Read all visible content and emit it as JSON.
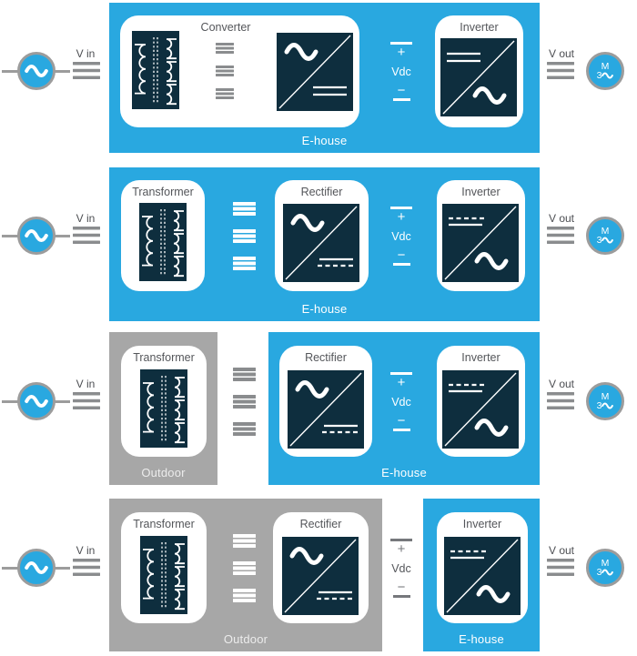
{
  "colors": {
    "accent_blue": "#29a8e0",
    "block_navy": "#0e2e3e",
    "enclosure_gray": "#a7a7a7",
    "bar_gray": "#8a8c8e",
    "ring_gray": "#9c9c9c",
    "label_text": "#54565a"
  },
  "icons": {
    "source": "ac-sine-wave-source",
    "motor": "three-phase-motor",
    "transformer": "three-winding-transformer",
    "rectifier": "ac-to-dc-block",
    "inverter": "dc-to-ac-block",
    "phase_bars": "three-phase-line-bars"
  },
  "shared": {
    "vin": "V in",
    "vout": "V out",
    "vdc": "Vdc",
    "plus": "+",
    "minus": "−",
    "motor_letter": "M",
    "motor_phase": "3"
  },
  "rows": [
    {
      "panels": [
        {
          "label": "Converter"
        },
        {
          "label": "Inverter"
        }
      ],
      "enclosures": [
        {
          "type": "e-house",
          "label": "E-house"
        }
      ]
    },
    {
      "panels": [
        {
          "label": "Transformer"
        },
        {
          "label": "Rectifier"
        },
        {
          "label": "Inverter"
        }
      ],
      "enclosures": [
        {
          "type": "e-house",
          "label": "E-house"
        }
      ]
    },
    {
      "panels": [
        {
          "label": "Transformer"
        },
        {
          "label": "Rectifier"
        },
        {
          "label": "Inverter"
        }
      ],
      "enclosures": [
        {
          "type": "outdoor",
          "label": "Outdoor"
        },
        {
          "type": "e-house",
          "label": "E-house"
        }
      ]
    },
    {
      "panels": [
        {
          "label": "Transformer"
        },
        {
          "label": "Rectifier"
        },
        {
          "label": "Inverter"
        }
      ],
      "enclosures": [
        {
          "type": "outdoor",
          "label": "Outdoor"
        },
        {
          "type": "e-house",
          "label": "E-house"
        }
      ]
    }
  ]
}
